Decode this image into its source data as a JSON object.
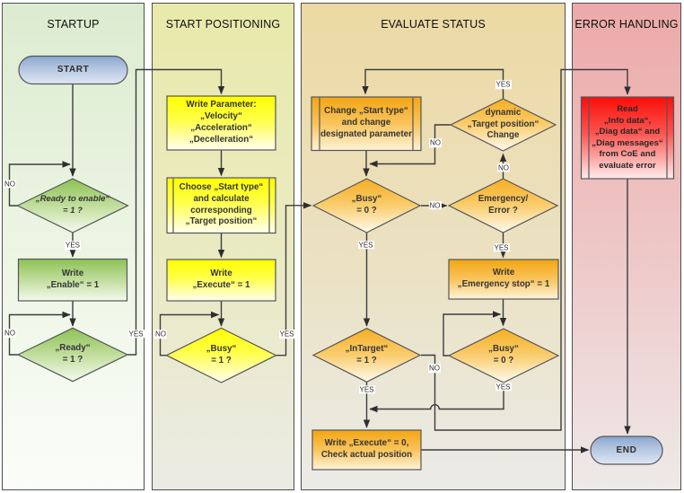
{
  "diagram": {
    "columns": [
      {
        "title": "STARTUP"
      },
      {
        "title": "START POSITIONING"
      },
      {
        "title": "EVALUATE STATUS"
      },
      {
        "title": "ERROR HANDLING"
      }
    ],
    "nodes": {
      "start": "START",
      "ready_to_enable": "„Ready to enable“\n= 1 ?",
      "write_enable": "Write\n„Enable“ = 1",
      "ready": "„Ready“\n= 1 ?",
      "write_parameter": "Write Parameter:\n„Velocity“\n„Acceleration“\n„Decelleration“",
      "choose_start_type": "Choose „Start type“\nand calculate\ncorresponding\n„Target position“",
      "write_execute": "Write\n„Execute“ = 1",
      "busy_eq_1": "„Busy“\n= 1 ?",
      "change_start_type": "Change „Start type“\nand change\ndesignated parameter",
      "dynamic_target_change": "dynamic\n„Target position“\nChange",
      "busy_eq_0_left": "„Busy“\n= 0 ?",
      "emergency_error": "Emergency/\nError ?",
      "write_emergency_stop": "Write\n„Emergency stop“ = 1",
      "busy_eq_0_right": "„Busy“\n= 0 ?",
      "in_target": "„InTarget“\n= 1 ?",
      "write_execute_0": "Write „Execute“ = 0,\nCheck actual position",
      "read_coe": "Read\n„Info data“,\n„Diag data“ and\n„Diag messages“\nfrom CoE and\nevaluate error",
      "end": "END"
    },
    "labels": {
      "yes": "YES",
      "no": "NO"
    },
    "colors": {
      "panel_startup_top": "#dcecd0",
      "panel_positioning_top": "#e9e9ab",
      "panel_evaluate_top": "#ecd9a3",
      "panel_error_top": "#eda9a9",
      "green_shape": "#8dc254",
      "yellow_shape": "#ffff00",
      "orange_shape": "#f6ad22",
      "red_shape": "#fb0d08",
      "blue_terminator": "#8ba7d0",
      "connector": "#3c3c3e"
    }
  }
}
